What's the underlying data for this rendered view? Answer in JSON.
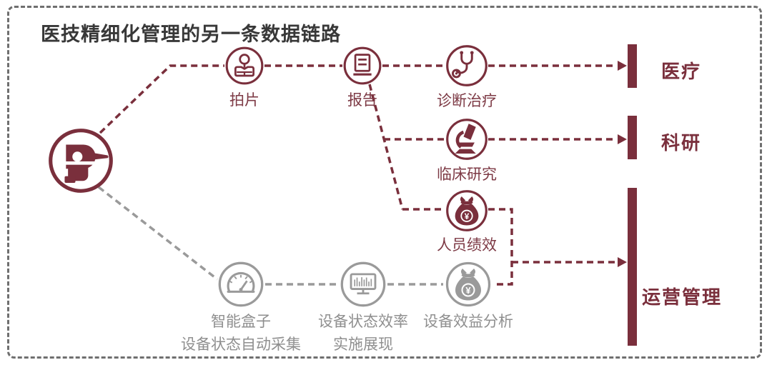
{
  "title": "医技精细化管理的另一条数据链路",
  "colors": {
    "accent_maroon": "#7a2f3c",
    "node_gray": "#9a9a9a",
    "label_gray": "#8f8f8f",
    "title_color": "#383838",
    "border_gray": "#6f6f6f"
  },
  "icons": {
    "source": "ct-scanner-icon",
    "currency_symbol": "¥"
  },
  "flow": {
    "clinical_path": [
      {
        "label": "拍片",
        "icon": "xray-machine-icon"
      },
      {
        "label": "报告",
        "icon": "report-icon"
      },
      {
        "label": "诊断治疗",
        "icon": "stethoscope-icon"
      }
    ],
    "research_node": {
      "label": "临床研究",
      "icon": "microscope-icon"
    },
    "performance_node": {
      "label": "人员绩效",
      "icon": "money-bag-icon"
    },
    "operations_path": [
      {
        "label_line1": "智能盒子",
        "label_line2": "设备状态自动采集",
        "icon": "gauge-icon"
      },
      {
        "label_line1": "设备状态效率",
        "label_line2": "实施展现",
        "icon": "monitor-chart-icon"
      },
      {
        "label_line1": "设备效益分析",
        "label_line2": "",
        "icon": "money-bag-icon"
      }
    ],
    "categories": [
      {
        "label": "医疗"
      },
      {
        "label": "科研"
      },
      {
        "label": "运营管理"
      }
    ]
  }
}
